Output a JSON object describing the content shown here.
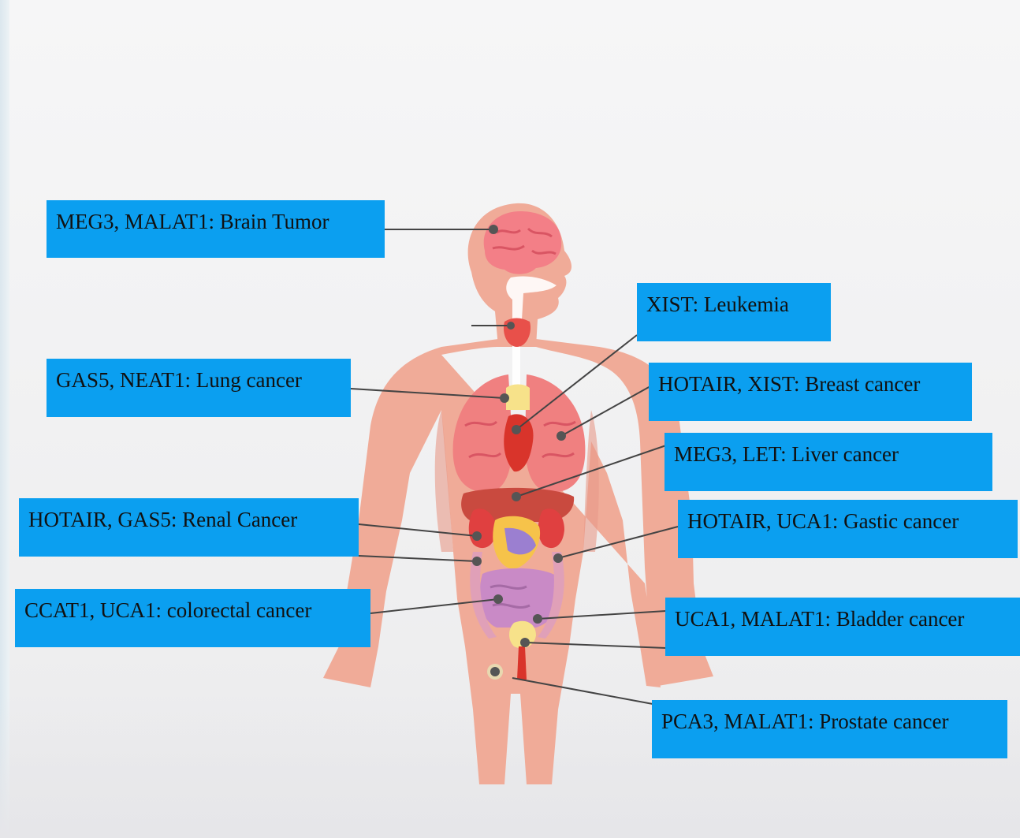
{
  "colors": {
    "label_bg": "#0b9ff0",
    "label_text": "#111111",
    "skin": "#f0ab98",
    "connector": "#444444"
  },
  "labels": {
    "brain": "MEG3, MALAT1: Brain Tumor",
    "lung": "GAS5, NEAT1: Lung cancer",
    "renal": "HOTAIR, GAS5: Renal Cancer",
    "colorectal": "CCAT1, UCA1: colorectal cancer",
    "leukemia": "XIST: Leukemia",
    "breast": "HOTAIR, XIST: Breast cancer",
    "liver": "MEG3, LET: Liver cancer",
    "gastric": "HOTAIR, UCA1: Gastic cancer",
    "bladder": "UCA1, MALAT1: Bladder cancer",
    "prostate": "PCA3, MALAT1: Prostate cancer"
  }
}
